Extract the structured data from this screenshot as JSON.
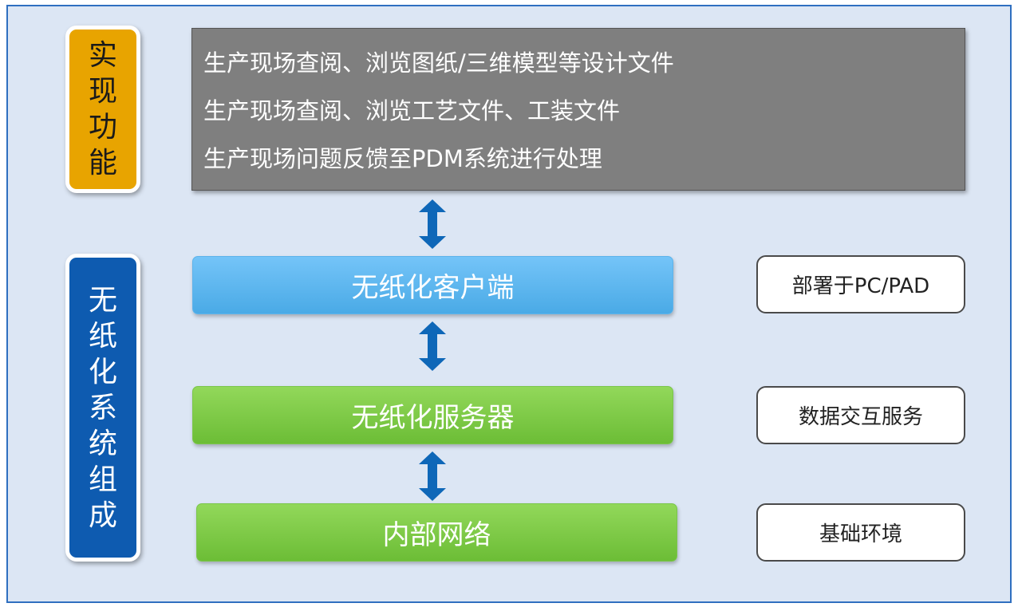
{
  "labels": {
    "functions": "实现功能",
    "system": "无纸化系统组成"
  },
  "functions": [
    "生产现场查阅、浏览图纸/三维模型等设计文件",
    "生产现场查阅、浏览工艺文件、工装文件",
    "生产现场问题反馈至PDM系统进行处理"
  ],
  "layers": {
    "client": "无纸化客户端",
    "server": "无纸化服务器",
    "network": "内部网络"
  },
  "notes": {
    "client": "部署于PC/PAD",
    "server": "数据交互服务",
    "network": "基础环境"
  },
  "colors": {
    "background": "#dce6f4",
    "border": "#2f6fc0",
    "functions_label": "#e8a400",
    "system_label": "#0e5bb0",
    "function_panel": "#7f7f7f",
    "client_layer": "#5cb3eb",
    "server_layer": "#7ac64a",
    "arrow": "#0e67b8"
  },
  "icons": {
    "connector": "double-vertical-arrow-icon"
  }
}
